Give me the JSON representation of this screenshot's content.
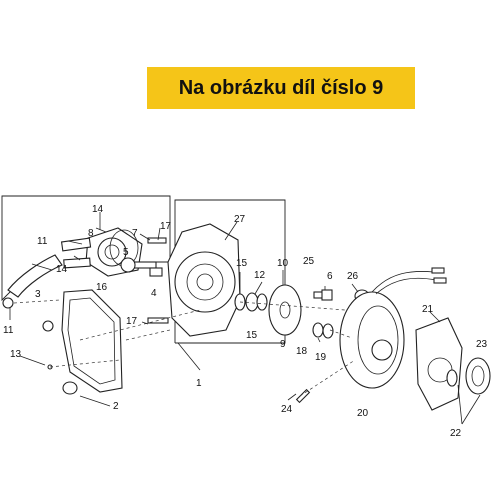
{
  "banner": {
    "text": "Na obrázku díl číslo 9",
    "color": "#f5c518"
  },
  "callouts": {
    "c1": "1",
    "c2": "2",
    "c3": "3",
    "c4": "4",
    "c5": "5",
    "c6": "6",
    "c7": "7",
    "c8": "8",
    "c9": "9",
    "c10": "10",
    "c11a": "11",
    "c11b": "11",
    "c12": "12",
    "c13": "13",
    "c14a": "14",
    "c14b": "14",
    "c15a": "15",
    "c15b": "15",
    "c16": "16",
    "c17a": "17",
    "c17b": "17",
    "c18": "18",
    "c19": "19",
    "c20": "20",
    "c21": "21",
    "c22": "22",
    "c23": "23",
    "c24": "24",
    "c25": "25",
    "c26": "26",
    "c27": "27"
  }
}
